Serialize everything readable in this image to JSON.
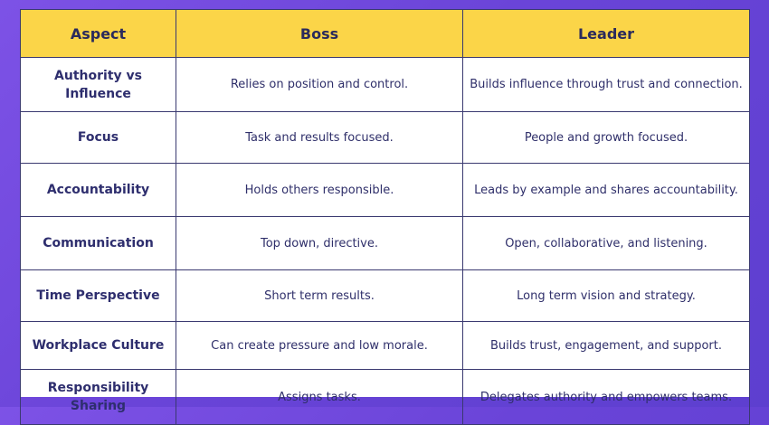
{
  "table": {
    "headers": [
      "Aspect",
      "Boss",
      "Leader"
    ],
    "rows": [
      [
        "Authority vs Influence",
        "Relies on position and control.",
        "Builds influence through trust and connection."
      ],
      [
        "Focus",
        "Task and results focused.",
        "People and growth focused."
      ],
      [
        "Accountability",
        "Holds others responsible.",
        "Leads by example and shares accountability."
      ],
      [
        "Communication",
        "Top down, directive.",
        "Open, collaborative, and listening."
      ],
      [
        "Time Perspective",
        "Short term results.",
        "Long term vision and strategy."
      ],
      [
        "Workplace Culture",
        "Can create pressure and low morale.",
        "Builds trust, engagement, and support."
      ],
      [
        "Responsibility Sharing",
        "Assigns tasks.",
        "Delegates authority and empowers teams."
      ]
    ]
  },
  "colors": {
    "background": "#6a44d8",
    "header_fill": "#fbd548",
    "text": "#2f2f6a",
    "border": "#3a3970"
  }
}
